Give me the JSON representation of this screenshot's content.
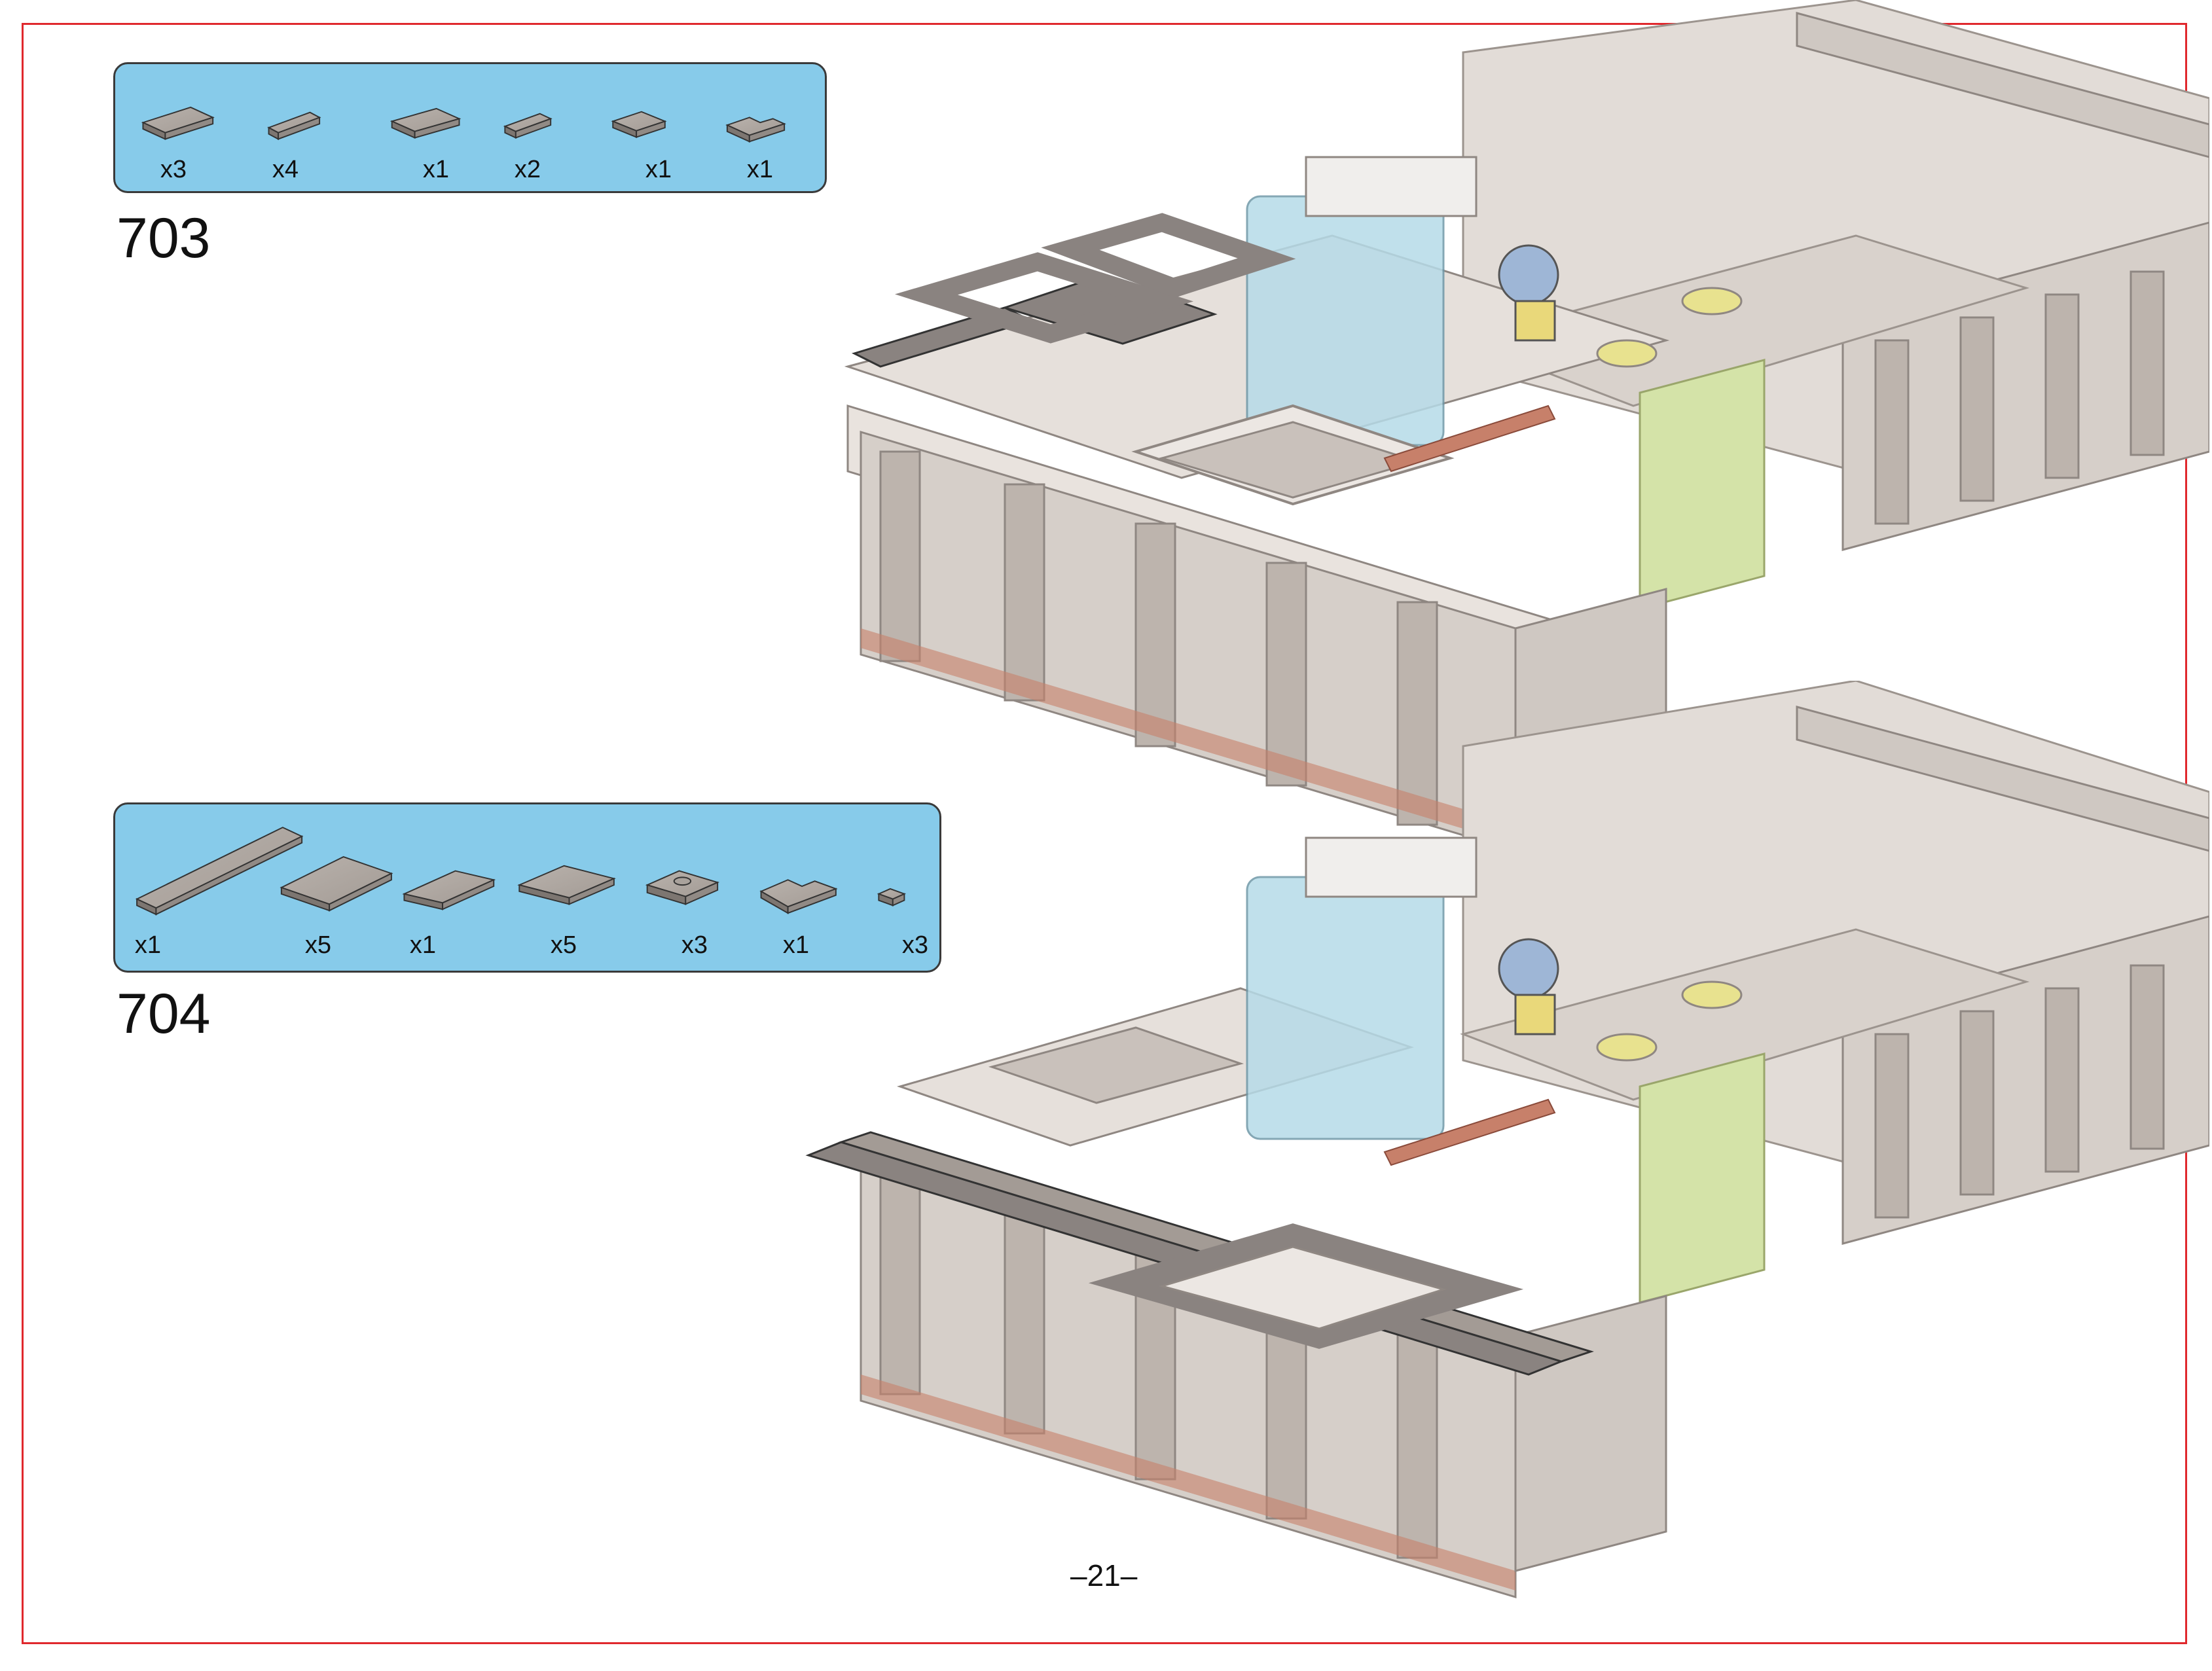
{
  "colors": {
    "frame": "#e0282d",
    "panel": "#87cbea",
    "brick_light": "#d9d2cc",
    "brick_mid": "#bdb4ad",
    "brick_dark": "#8f8782",
    "tile_dark": "#8a8380",
    "glass": "#b6dbe8",
    "accent_red": "#c7806a",
    "accent_green": "#c9dd8f"
  },
  "steps": [
    {
      "number": "703",
      "parts": [
        {
          "icon": "tile-2x4-icon",
          "count": "x3"
        },
        {
          "icon": "tile-1x4-icon",
          "count": "x4"
        },
        {
          "icon": "tile-2x4-icon",
          "count": "x1"
        },
        {
          "icon": "tile-1x3-icon",
          "count": "x2"
        },
        {
          "icon": "tile-2x2-icon",
          "count": "x1"
        },
        {
          "icon": "tile-corner-icon",
          "count": "x1"
        }
      ]
    },
    {
      "number": "704",
      "parts": [
        {
          "icon": "tile-1x8-icon",
          "count": "x1"
        },
        {
          "icon": "tile-2x4-icon",
          "count": "x5"
        },
        {
          "icon": "tile-1x4-icon",
          "count": "x1"
        },
        {
          "icon": "tile-2x3-icon",
          "count": "x5"
        },
        {
          "icon": "jumper-plate-icon",
          "count": "x3"
        },
        {
          "icon": "tile-corner-icon",
          "count": "x1"
        },
        {
          "icon": "tile-1x1-icon",
          "count": "x3"
        }
      ]
    }
  ],
  "page": {
    "number": "–21–"
  }
}
